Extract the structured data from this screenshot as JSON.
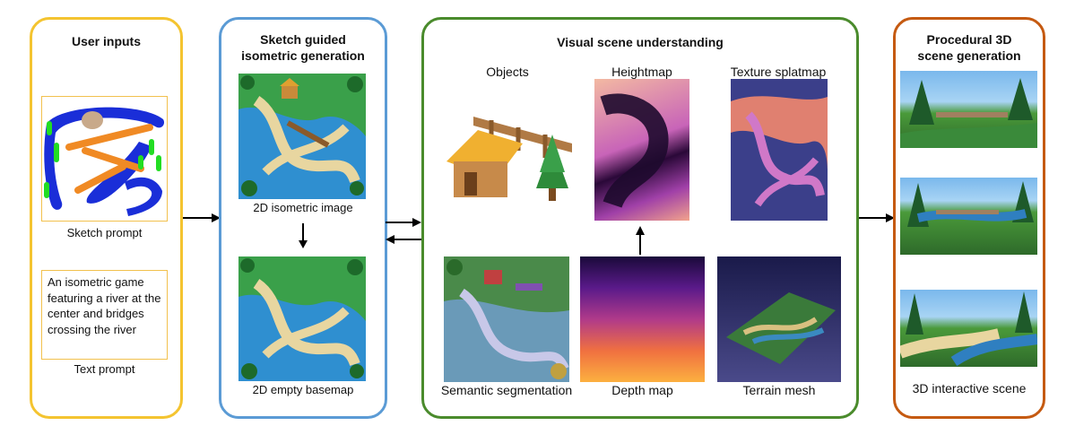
{
  "panels": {
    "user_inputs": {
      "title": "User inputs",
      "sketch_caption": "Sketch prompt",
      "text_prompt": "An isometric game featuring a river at the center and bridges crossing the river",
      "text_caption": "Text prompt",
      "border": "#f4c430"
    },
    "sketch_guided": {
      "title_line1": "Sketch guided",
      "title_line2": "isometric generation",
      "image1_caption": "2D isometric image",
      "image2_caption": "2D empty basemap",
      "border": "#5b9bd5"
    },
    "visual_scene": {
      "title": "Visual scene understanding",
      "objects": "Objects",
      "heightmap": "Heightmap",
      "texture": "Texture splatmap",
      "semantic": "Semantic segmentation",
      "depth": "Depth map",
      "terrain": "Terrain mesh",
      "border": "#4a8b2c"
    },
    "procedural": {
      "title_line1": "Procedural 3D",
      "title_line2": "scene generation",
      "caption": "3D interactive scene",
      "border": "#c55a11"
    }
  }
}
